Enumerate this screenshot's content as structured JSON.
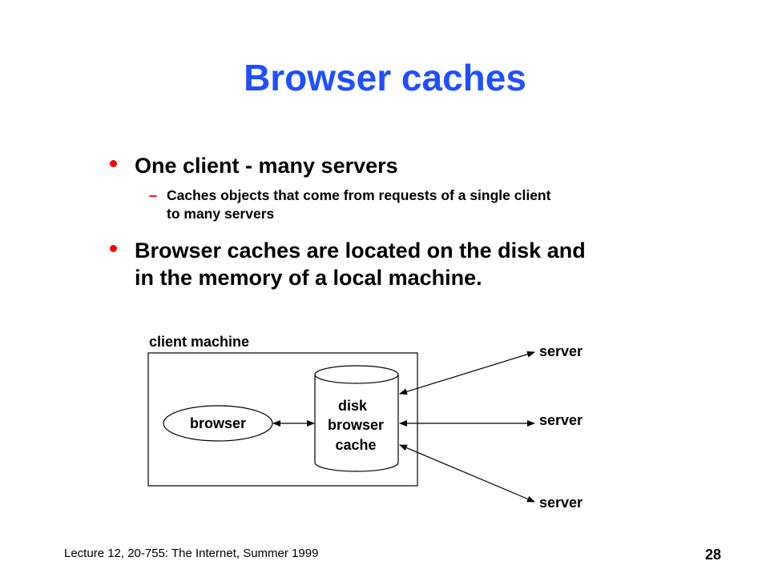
{
  "title": "Browser caches",
  "bullets": [
    {
      "text": "One client - many servers",
      "sub": [
        "Caches objects that come from requests of a single client",
        "to many servers"
      ]
    },
    {
      "lines": [
        "Browser caches are located on the disk and",
        "in the memory of a local machine."
      ]
    }
  ],
  "diagram": {
    "client_label": "client machine",
    "browser_label": "browser",
    "cache_lines": [
      "disk",
      "browser",
      "cache"
    ],
    "servers": [
      "server",
      "server",
      "server"
    ],
    "colors": {
      "bullet": "#ff0000",
      "title": "#1f4fff"
    }
  },
  "footer": {
    "text": "Lecture 12, 20-755: The Internet, Summer 1999",
    "page": "28"
  }
}
